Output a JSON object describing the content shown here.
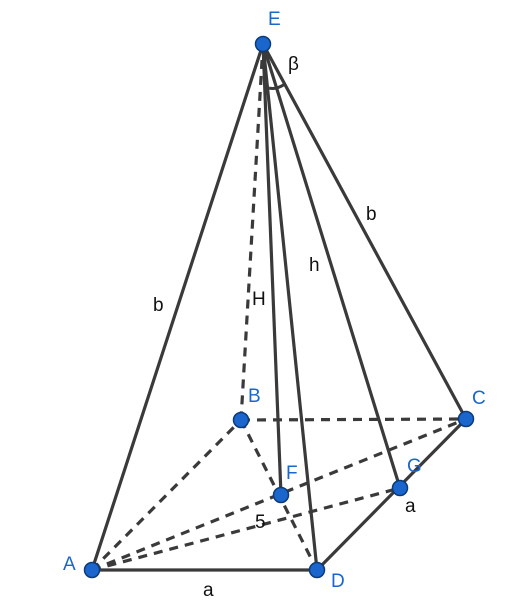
{
  "diagram": {
    "vertices": {
      "A": "A",
      "B": "B",
      "C": "C",
      "D": "D",
      "E": "E",
      "F": "F",
      "G": "G"
    },
    "measures": {
      "edge_AE": "b",
      "edge_CE": "b",
      "edge_AD": "a",
      "segment_DG": "a",
      "height_EF": "H",
      "slant_EG": "h",
      "segment_AF": "5",
      "apex_angle": "β"
    },
    "colors": {
      "vertex_fill": "#1a66cc",
      "vertex_label": "#1a66cc",
      "edge": "#3a3a3a"
    }
  }
}
